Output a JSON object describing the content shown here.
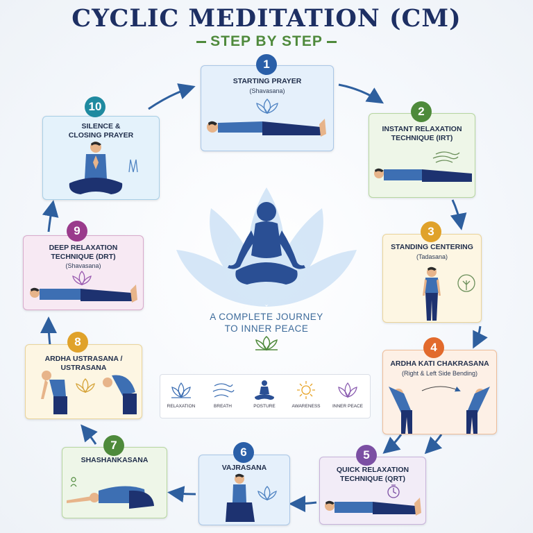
{
  "header": {
    "title": "CYCLIC MEDITATION (CM)",
    "subtitle": "STEP BY STEP"
  },
  "center": {
    "line1": "A COMPLETE JOURNEY",
    "line2": "TO INNER PEACE"
  },
  "steps": [
    {
      "number": "1",
      "label1": "STARTING PRAYER",
      "label2": "",
      "sub": "(Shavasana)",
      "color": "#2a5fa8"
    },
    {
      "number": "2",
      "label1": "INSTANT RELAXATION",
      "label2": "TECHNIQUE (IRT)",
      "sub": "",
      "color": "#4e8a3b"
    },
    {
      "number": "3",
      "label1": "STANDING CENTERING",
      "label2": "",
      "sub": "(Tadasana)",
      "color": "#e0a22a"
    },
    {
      "number": "4",
      "label1": "ARDHA KATI CHAKRASANA",
      "label2": "",
      "sub": "(Right & Left Side Bending)",
      "color": "#e26a2c"
    },
    {
      "number": "5",
      "label1": "QUICK RELAXATION",
      "label2": "TECHNIQUE (QRT)",
      "sub": "",
      "color": "#7b4fa3"
    },
    {
      "number": "6",
      "label1": "VAJRASANA",
      "label2": "",
      "sub": "",
      "color": "#2a5fa8"
    },
    {
      "number": "7",
      "label1": "SHASHANKASANA",
      "label2": "",
      "sub": "",
      "color": "#4e8a3b"
    },
    {
      "number": "8",
      "label1": "ARDHA USTRASANA /",
      "label2": "USTRASANA",
      "sub": "",
      "color": "#e0a22a"
    },
    {
      "number": "9",
      "label1": "DEEP RELAXATION",
      "label2": "TECHNIQUE (DRT)",
      "sub": "(Shavasana)",
      "color": "#9a3b8c"
    },
    {
      "number": "10",
      "label1": "SILENCE &",
      "label2": "CLOSING PRAYER",
      "sub": "",
      "color": "#1f8aa0"
    }
  ],
  "legend": [
    {
      "label": "RELAXATION",
      "icon": "lotus-icon",
      "color": "#3d6fb3"
    },
    {
      "label": "BREATH",
      "icon": "breath-icon",
      "color": "#3d6fb3"
    },
    {
      "label": "POSTURE",
      "icon": "meditation-figure-icon",
      "color": "#2a4f94"
    },
    {
      "label": "AWARENESS",
      "icon": "sun-icon",
      "color": "#e7a326"
    },
    {
      "label": "INNER PEACE",
      "icon": "lotus-icon",
      "color": "#8a5cb0"
    }
  ]
}
